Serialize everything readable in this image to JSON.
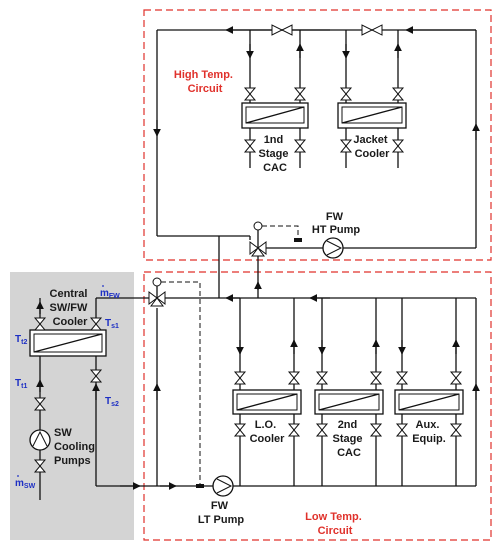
{
  "labels": {
    "high_temp_circuit": [
      "High Temp.",
      "Circuit"
    ],
    "low_temp_circuit": [
      "Low Temp.",
      "Circuit"
    ],
    "first_stage_cac": [
      "1nd",
      "Stage",
      "CAC"
    ],
    "jacket_cooler": [
      "Jacket",
      "Cooler"
    ],
    "fw_ht_pump": [
      "FW",
      "HT Pump"
    ],
    "fw_lt_pump": [
      "FW",
      "LT Pump"
    ],
    "central_cooler": [
      "Central",
      "SW/FW",
      "Cooler"
    ],
    "sw_cooling_pumps": [
      "SW",
      "Cooling",
      "Pumps"
    ],
    "lo_cooler": [
      "L.O.",
      "Cooler"
    ],
    "second_stage_cac": [
      "2nd",
      "Stage",
      "CAC"
    ],
    "aux_equip": [
      "Aux.",
      "Equip."
    ]
  },
  "symbols": {
    "m_fw": {
      "base": "m",
      "sub": "FW"
    },
    "m_sw": {
      "base": "m",
      "sub": "SW"
    },
    "t_s1": {
      "base": "T",
      "sub": "s1"
    },
    "t_s2": {
      "base": "T",
      "sub": "s2"
    },
    "t_t1": {
      "base": "T",
      "sub": "t1"
    },
    "t_t2": {
      "base": "T",
      "sub": "t2"
    }
  },
  "colors": {
    "circuit_boundary": "#e0312b",
    "variable_labels": "#1d2fc4",
    "sw_panel": "#d4d4d4",
    "pipe": "#111111"
  }
}
